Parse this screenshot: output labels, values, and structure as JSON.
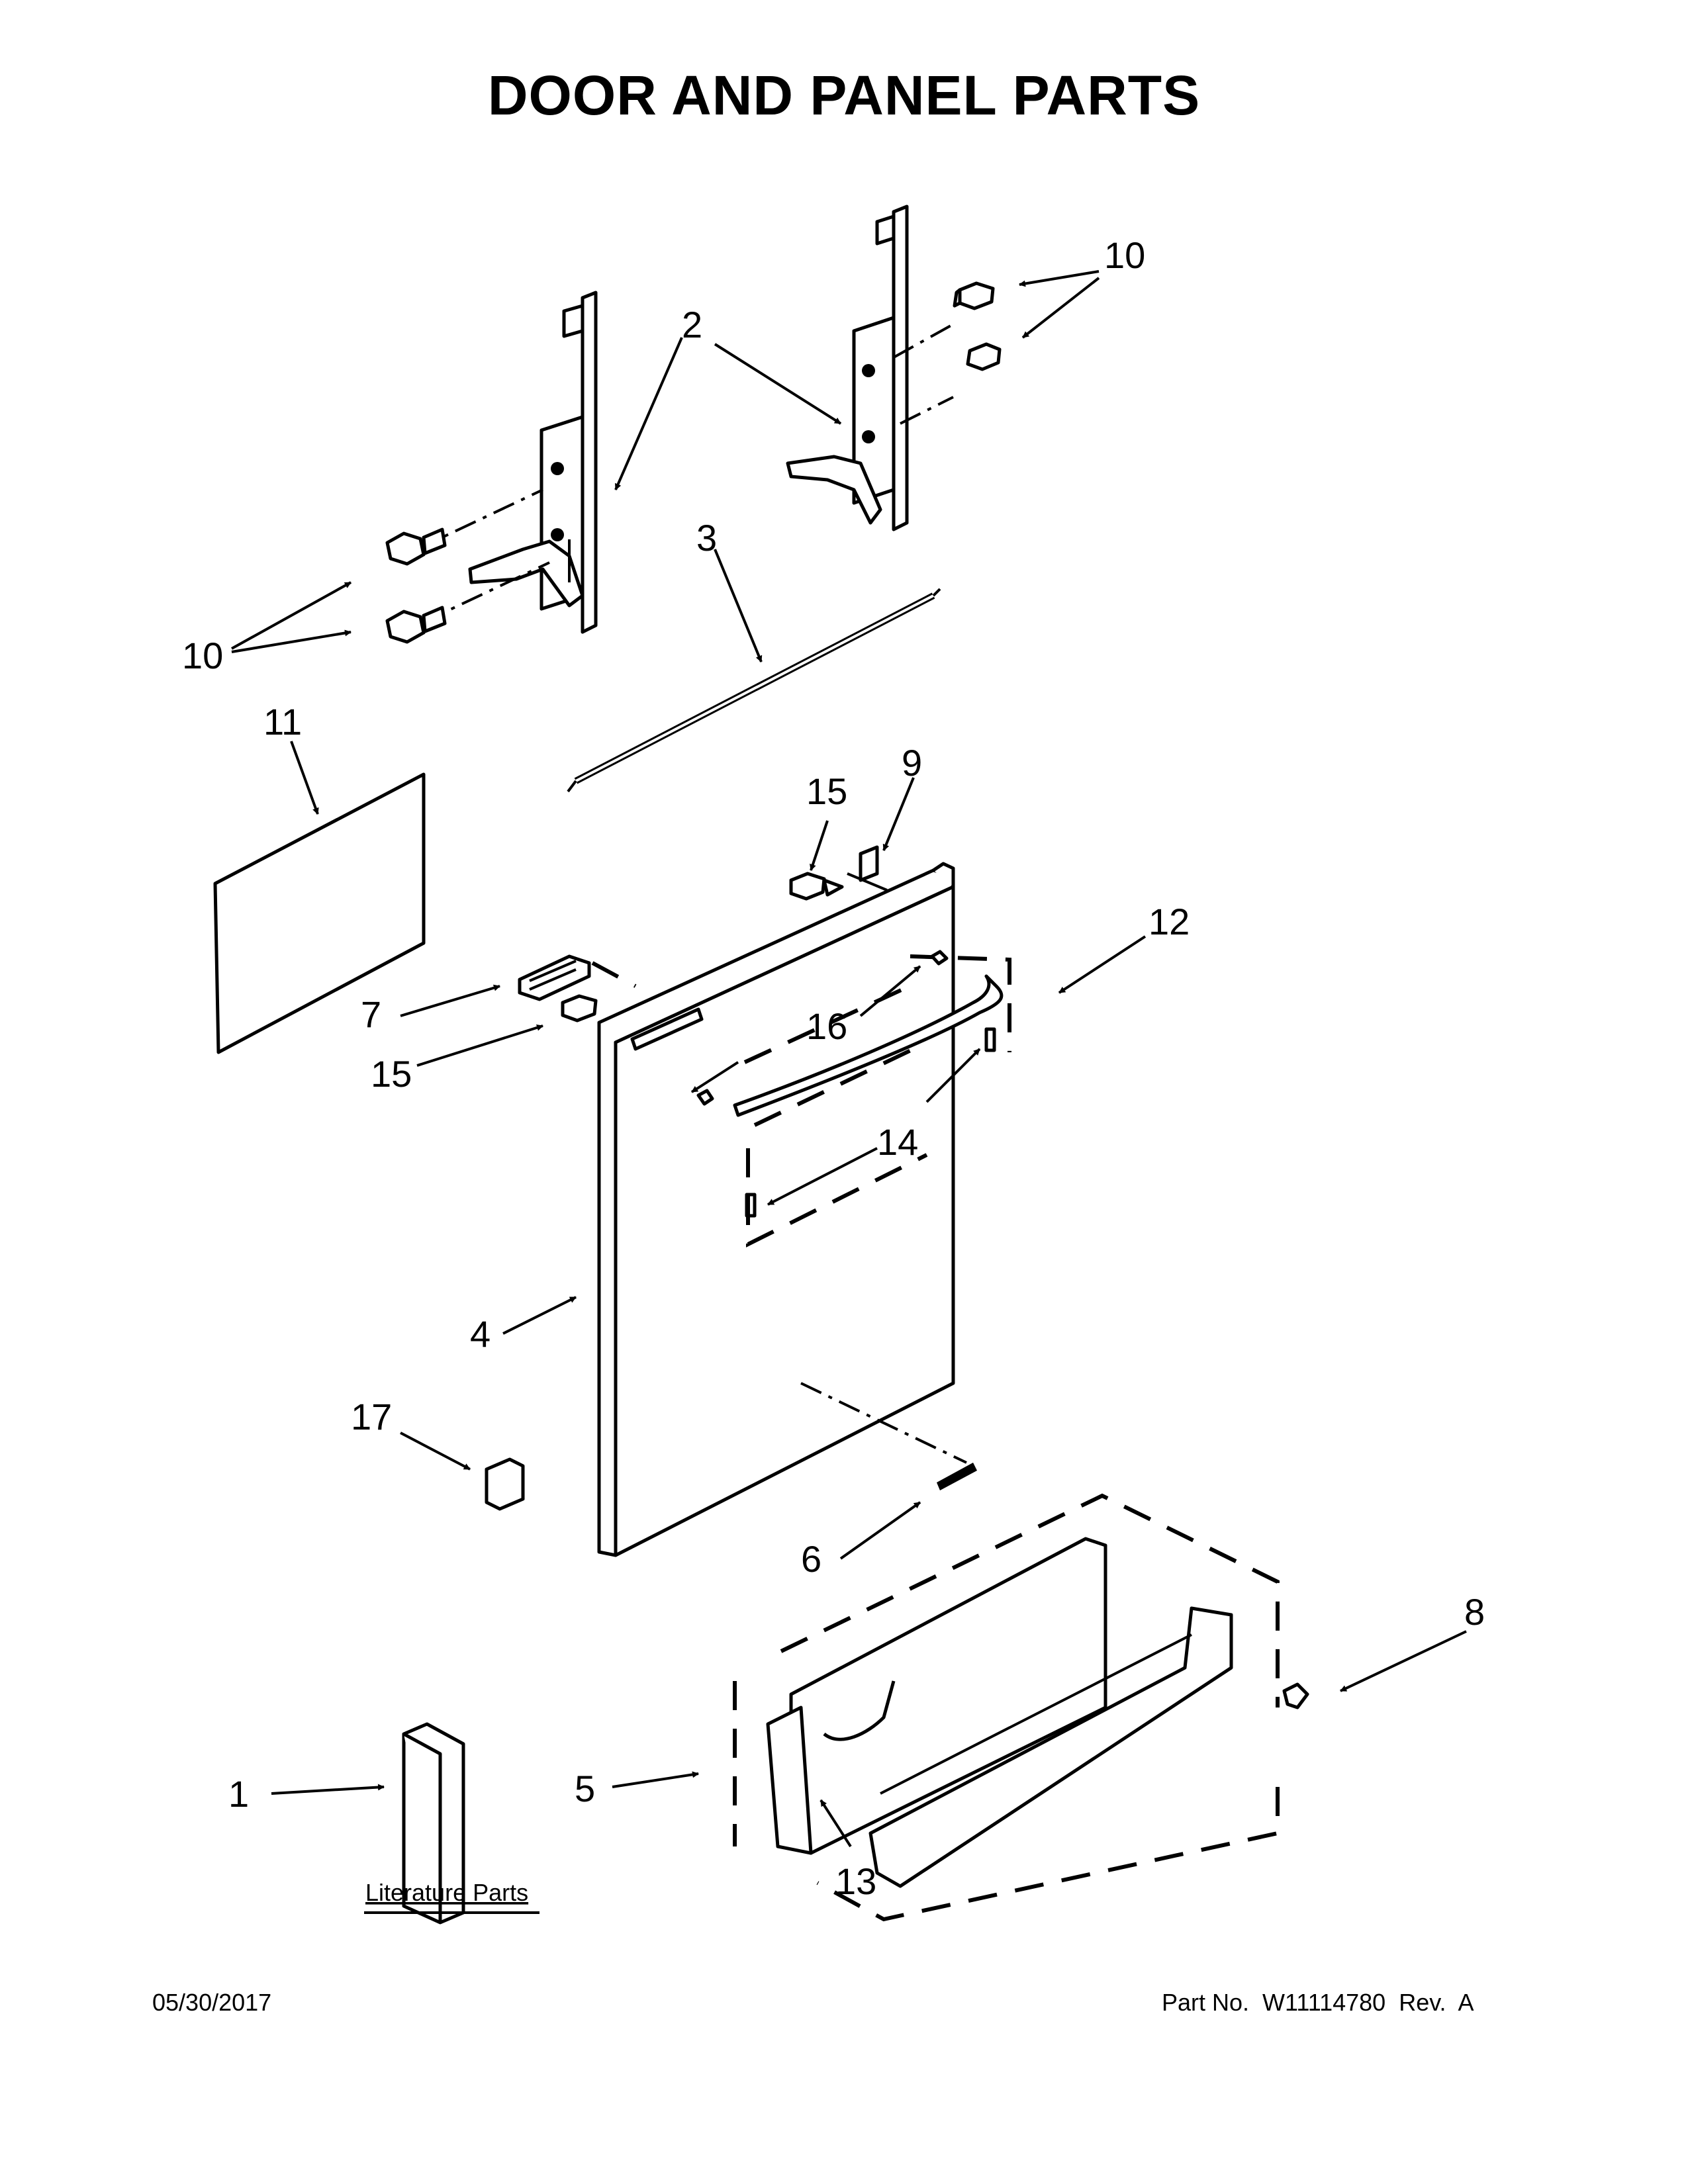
{
  "title": "DOOR AND PANEL PARTS",
  "footer": {
    "date": "05/30/2017",
    "part_number": "Part No.  W11114780  Rev.  A"
  },
  "callouts": {
    "c1": "1",
    "c2": "2",
    "c3": "3",
    "c4": "4",
    "c5": "5",
    "c6": "6",
    "c7": "7",
    "c8": "8",
    "c9": "9",
    "c10a": "10",
    "c10b": "10",
    "c11": "11",
    "c12": "12",
    "c13": "13",
    "c14": "14",
    "c15a": "15",
    "c15b": "15",
    "c16": "16",
    "c17": "17"
  },
  "literature_label": "Literature Parts"
}
